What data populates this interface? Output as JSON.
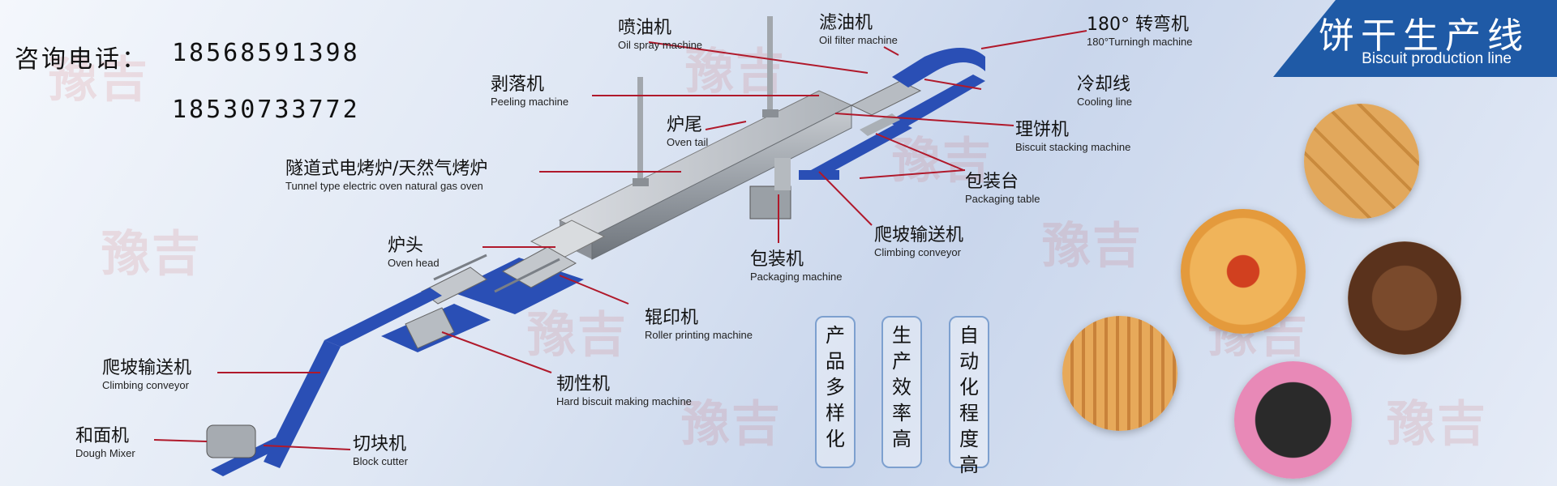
{
  "contact": {
    "label": "咨询电话：",
    "phone1": "18568591398",
    "phone2": "18530733772"
  },
  "badge": {
    "title": "饼干生产线",
    "subtitle": "Biscuit production line"
  },
  "watermark": "豫吉",
  "machines": [
    {
      "zh": "喷油机",
      "en": "Oil spray machine"
    },
    {
      "zh": "滤油机",
      "en": "Oil filter machine"
    },
    {
      "zh": "180° 转弯机",
      "en": "180°Turningh machine"
    },
    {
      "zh": "剥落机",
      "en": "Peeling machine"
    },
    {
      "zh": "冷却线",
      "en": "Cooling line"
    },
    {
      "zh": "炉尾",
      "en": "Oven tail"
    },
    {
      "zh": "理饼机",
      "en": "Biscuit stacking machine"
    },
    {
      "zh": "隧道式电烤炉/天然气烤炉",
      "en": "Tunnel type electric oven natural gas oven"
    },
    {
      "zh": "包装台",
      "en": "Packaging table"
    },
    {
      "zh": "炉头",
      "en": "Oven head"
    },
    {
      "zh": "爬坡输送机",
      "en": "Climbing conveyor"
    },
    {
      "zh": "包装机",
      "en": "Packaging machine"
    },
    {
      "zh": "辊印机",
      "en": "Roller printing machine"
    },
    {
      "zh": "爬坡输送机",
      "en": "Climbing conveyor"
    },
    {
      "zh": "韧性机",
      "en": "Hard biscuit making machine"
    },
    {
      "zh": "和面机",
      "en": "Dough Mixer"
    },
    {
      "zh": "切块机",
      "en": "Block cutter"
    }
  ],
  "features": [
    "产品多样化",
    "生产效率高",
    "自动化程度高"
  ],
  "colors": {
    "badge": "#1f5aa6",
    "conveyor": "#2a4fb5",
    "leader": "#b0192b"
  }
}
